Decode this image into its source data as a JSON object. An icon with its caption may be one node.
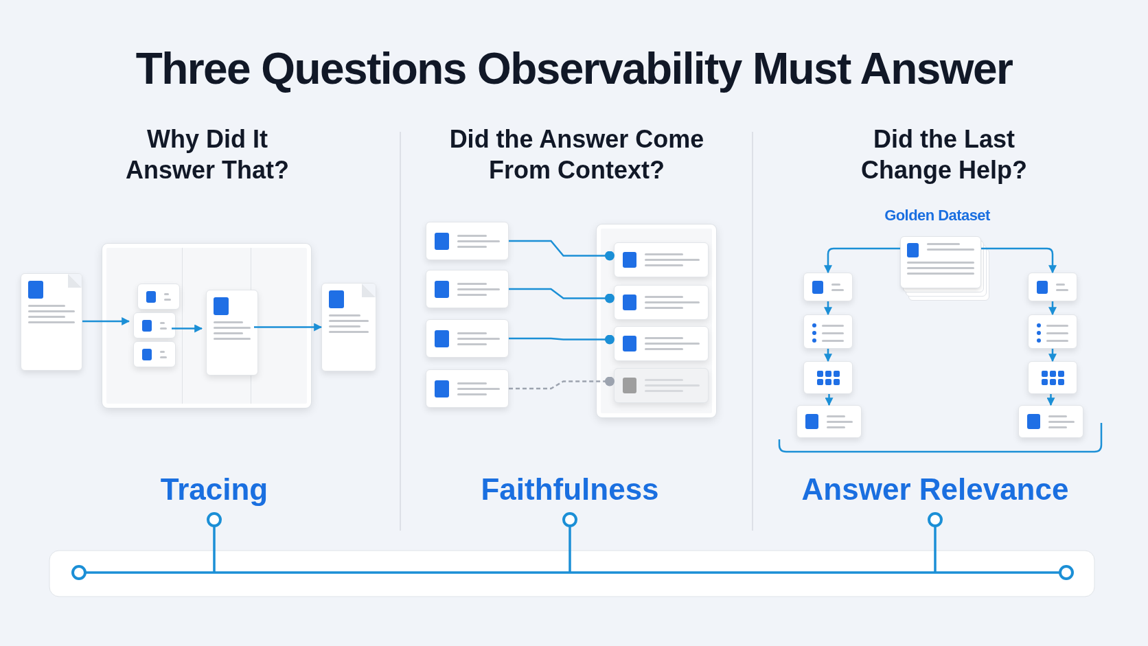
{
  "diagram": {
    "title": "Three Questions Observability Must Answer",
    "nodes": [
      {
        "text": [],
        "shape": "document"
      },
      {
        "text": [],
        "shape": "box"
      },
      {
        "text": [],
        "shape": "card",
        "in": 1
      },
      {
        "text": [],
        "shape": "card",
        "in": 1
      },
      {
        "text": [],
        "shape": "card",
        "in": 1
      },
      {
        "text": [],
        "shape": "card",
        "in": 1
      },
      {
        "text": [],
        "shape": "document"
      },
      {
        "text": [],
        "shape": "card"
      },
      {
        "text": [],
        "shape": "card"
      },
      {
        "text": [],
        "shape": "card"
      },
      {
        "text": [],
        "shape": "card"
      },
      {
        "text": [],
        "shape": "box"
      },
      {
        "text": [],
        "shape": "card",
        "in": 11
      },
      {
        "text": [],
        "shape": "card",
        "in": 11
      },
      {
        "text": [],
        "shape": "card",
        "in": 11
      },
      {
        "text": [],
        "shape": "card",
        "in": 11
      },
      {
        "text": [
          "Golden Dataset"
        ]
      },
      {
        "text": [],
        "shape": "card"
      },
      {
        "text": [],
        "shape": "list"
      },
      {
        "text": [],
        "shape": "grid"
      },
      {
        "text": [],
        "shape": "card"
      },
      {
        "text": [],
        "shape": "card"
      },
      {
        "text": [],
        "shape": "list"
      },
      {
        "text": [],
        "shape": "grid"
      },
      {
        "text": [],
        "shape": "card"
      }
    ],
    "edges": [
      {
        "from": 0,
        "to": 3,
        "arrow": "to"
      },
      {
        "from": 3,
        "to": 5,
        "arrow": "to"
      },
      {
        "from": 5,
        "to": 6,
        "arrow": "to"
      },
      {
        "from": 7,
        "to": 12,
        "arrow": "other"
      },
      {
        "from": 8,
        "to": 13,
        "arrow": "other"
      },
      {
        "from": 9,
        "to": 14,
        "arrow": "other"
      },
      {
        "from": 10,
        "to": 15,
        "arrow": "other",
        "style": "dashed",
        "color": "#9ca3af"
      },
      {
        "from": 16,
        "to": 17,
        "arrow": "to"
      },
      {
        "from": 17,
        "to": 18,
        "arrow": "to"
      },
      {
        "from": 18,
        "to": 19,
        "arrow": "to"
      },
      {
        "from": 19,
        "to": 20,
        "arrow": "to"
      },
      {
        "from": 16,
        "to": 21,
        "arrow": "to"
      },
      {
        "from": 21,
        "to": 22,
        "arrow": "to"
      },
      {
        "from": 22,
        "to": 23,
        "arrow": "to"
      },
      {
        "from": 23,
        "to": 24,
        "arrow": "to"
      }
    ],
    "labels": [
      "Why Did It Answer That?",
      "Did the Answer Come From Context?",
      "Did the Last Change Help?",
      "Tracing",
      "Faithfulness",
      "Answer Relevance"
    ]
  }
}
